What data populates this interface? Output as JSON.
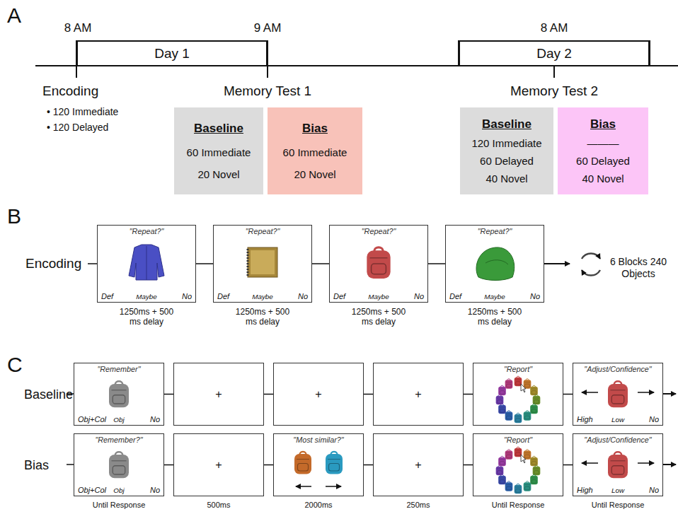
{
  "diagram": {
    "nodes": [
      {
        "text": [
          "Day 1"
        ]
      },
      {
        "text": [
          "Day 2"
        ]
      },
      {
        "text": [
          "Baseline",
          "60 Immediate",
          "20 Novel"
        ]
      },
      {
        "text": [
          "Bias",
          "60 Immediate",
          "20 Novel"
        ]
      },
      {
        "text": [
          "Baseline",
          "120 Immediate",
          "60 Delayed",
          "40 Novel"
        ]
      },
      {
        "text": [
          "Bias",
          "———",
          "60 Delayed",
          "40 Novel"
        ]
      },
      {
        "text": [
          "\"Repeat?\"",
          "Def",
          "Maybe",
          "No"
        ]
      },
      {
        "text": [
          "\"Repeat?\"",
          "Def",
          "Maybe",
          "No"
        ]
      },
      {
        "text": [
          "\"Repeat?\"",
          "Def",
          "Maybe",
          "No"
        ]
      },
      {
        "text": [
          "\"Repeat?\"",
          "Def",
          "Maybe",
          "No"
        ]
      },
      {
        "text": [
          "\"Remember\"",
          "Obj+Col",
          "Obj",
          "No"
        ]
      },
      {
        "text": [
          "+"
        ]
      },
      {
        "text": [
          "+"
        ]
      },
      {
        "text": [
          "+"
        ]
      },
      {
        "text": [
          "\"Report\""
        ]
      },
      {
        "text": [
          "\"Adjust/Confidence\"",
          "High",
          "Low",
          "No"
        ]
      },
      {
        "text": [
          "\"Remember?\"",
          "Obj+Col",
          "Obj",
          "No"
        ]
      },
      {
        "text": [
          "+"
        ]
      },
      {
        "text": [
          "\"Most similar?\""
        ]
      },
      {
        "text": [
          "+"
        ]
      },
      {
        "text": [
          "\"Report\""
        ]
      },
      {
        "text": [
          "\"Adjust/Confidence\"",
          "High",
          "Low",
          "No"
        ]
      }
    ],
    "edges": [
      {
        "from": 6,
        "to": 7,
        "arrow": "none"
      },
      {
        "from": 7,
        "to": 8,
        "arrow": "none"
      },
      {
        "from": 8,
        "to": 9,
        "arrow": "none"
      },
      {
        "from": 10,
        "to": 11,
        "arrow": "none"
      },
      {
        "from": 11,
        "to": 12,
        "arrow": "none"
      },
      {
        "from": 12,
        "to": 13,
        "arrow": "none"
      },
      {
        "from": 13,
        "to": 14,
        "arrow": "none"
      },
      {
        "from": 14,
        "to": 15,
        "arrow": "none"
      },
      {
        "from": 16,
        "to": 17,
        "arrow": "none"
      },
      {
        "from": 17,
        "to": 18,
        "arrow": "none"
      },
      {
        "from": 18,
        "to": 19,
        "arrow": "none"
      },
      {
        "from": 19,
        "to": 20,
        "arrow": "none"
      },
      {
        "from": 20,
        "to": 21,
        "arrow": "none"
      }
    ],
    "labels": [
      "A",
      "8 AM",
      "9 AM",
      "8 AM",
      "Encoding",
      "• 120 Immediate",
      "• 120 Delayed",
      "Memory Test 1",
      "Memory Test 2",
      "B",
      "Encoding",
      "1250ms + 500 ms delay",
      "1250ms + 500 ms delay",
      "1250ms + 500 ms delay",
      "1250ms + 500 ms delay",
      "6 Blocks 240 Objects",
      "C",
      "Baseline",
      "Bias",
      "Until Response",
      "500ms",
      "2000ms",
      "250ms",
      "Until Response",
      "Until Response"
    ]
  }
}
